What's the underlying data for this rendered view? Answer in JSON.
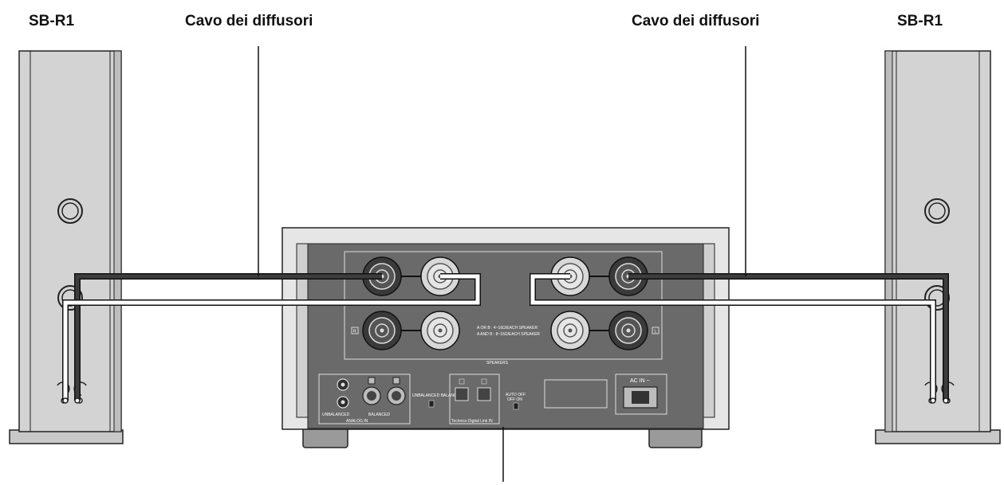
{
  "labels": {
    "speaker_left": "SB-R1",
    "speaker_right": "SB-R1",
    "cable_left": "Cavo dei diffusori",
    "cable_right": "Cavo dei diffusori"
  },
  "panel": {
    "speakers": "SPEAKERS",
    "ac_in": "AC IN ~",
    "auto_off_line1": "AUTO OFF",
    "auto_off_line2": "OFF  ON",
    "analog_in": "ANALOG IN",
    "unbalanced": "UNBALANCED",
    "balanced": "BALANCED",
    "unbal_bal_switch": "UNBALANCED  BALANCED",
    "digital_link": "Technics Digital Link IN",
    "impedance_line1": "A OR B : 4~16Ω/EACH SPEAKER",
    "impedance_line2": "A AND B : 8~16Ω/EACH SPEAKER",
    "r_mark": "R",
    "l_mark": "L"
  },
  "colors": {
    "cable_dark": "#3d3d3d",
    "cable_light": "#ffffff",
    "panel": "#6a6a6a",
    "chassis": "#d6d6d6",
    "speaker": "#d3d3d3"
  }
}
